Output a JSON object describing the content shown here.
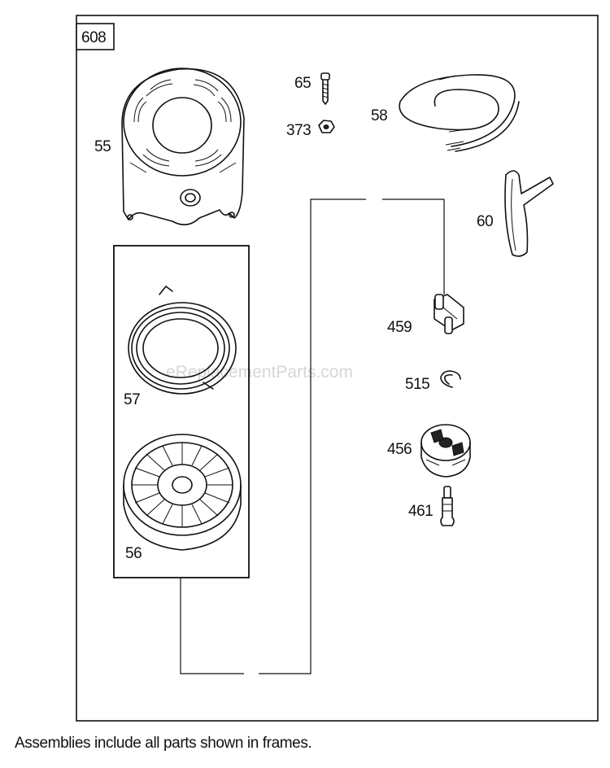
{
  "diagram_id": "608",
  "watermark": "eReplacementParts.com",
  "caption": "Assemblies include all parts shown in frames.",
  "parts": {
    "p55": "55",
    "p65": "65",
    "p373": "373",
    "p58": "58",
    "p60": "60",
    "p57": "57",
    "p56": "56",
    "p459": "459",
    "p515": "515",
    "p456": "456",
    "p461": "461"
  }
}
